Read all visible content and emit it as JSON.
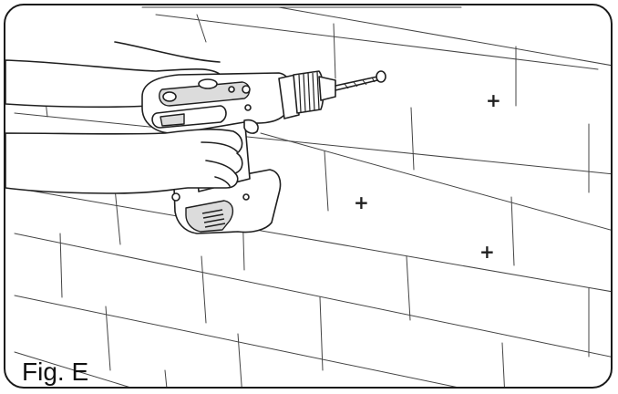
{
  "figure": {
    "label": "Fig. E",
    "marks": [
      {
        "name": "mark-1",
        "symbol": "+"
      },
      {
        "name": "mark-2",
        "symbol": "+"
      },
      {
        "name": "mark-3",
        "symbol": "+"
      }
    ]
  },
  "colors": {
    "line": "#1f1f1f",
    "background": "#ffffff"
  }
}
